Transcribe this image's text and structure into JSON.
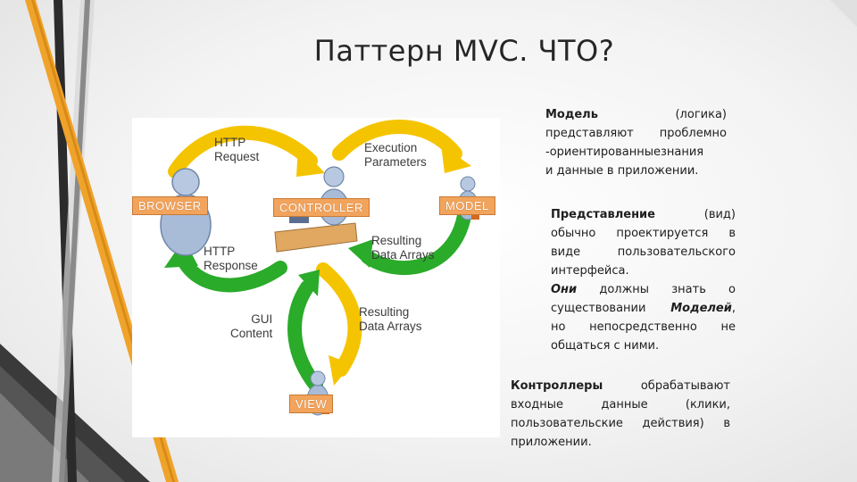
{
  "slide": {
    "title": "Паттерн MVC. ЧТО?"
  },
  "diagram": {
    "labels": {
      "http_request": "HTTP\nRequest",
      "execution_parameters": "Execution\nParameters",
      "http_response": "HTTP\nResponse",
      "resulting_data_arrays_1": "Resulting\nData Arrays",
      "resulting_data_arrays_2": "Resulting\nData Arrays",
      "gui_content": "GUI\nContent"
    },
    "boxes": {
      "browser": "BROWSER",
      "controller": "CONTROLLER",
      "model": "MODEL",
      "view": "VIEW"
    },
    "colors": {
      "arrow_yellow": "#f5c400",
      "arrow_green": "#2aab2a",
      "box_orange": "#f2a45c"
    }
  },
  "text": {
    "model": {
      "term": "Модель",
      "paren": "(логика)",
      "line2": "представляют проблемно",
      "line3": "-ориентированныезнания",
      "line4": "и данные в приложении."
    },
    "view": {
      "term": "Представление",
      "paren": "(вид)",
      "line2": "обычно проектируется в",
      "line3": "виде пользовательского",
      "line4": "интерфейса.",
      "line5_em": "Они",
      "line5_rest": "должны знать о",
      "line6_pre": "существовании",
      "line6_em": "Моделей",
      "line6_post": ",",
      "line7": "но непосредственно не",
      "line8": "общаться с ними."
    },
    "controller": {
      "term": "Контроллеры",
      "rest1": "обрабатывают",
      "line2": "входные данные (клики,",
      "line3": "пользовательские действия) в",
      "line4": "приложении."
    }
  }
}
